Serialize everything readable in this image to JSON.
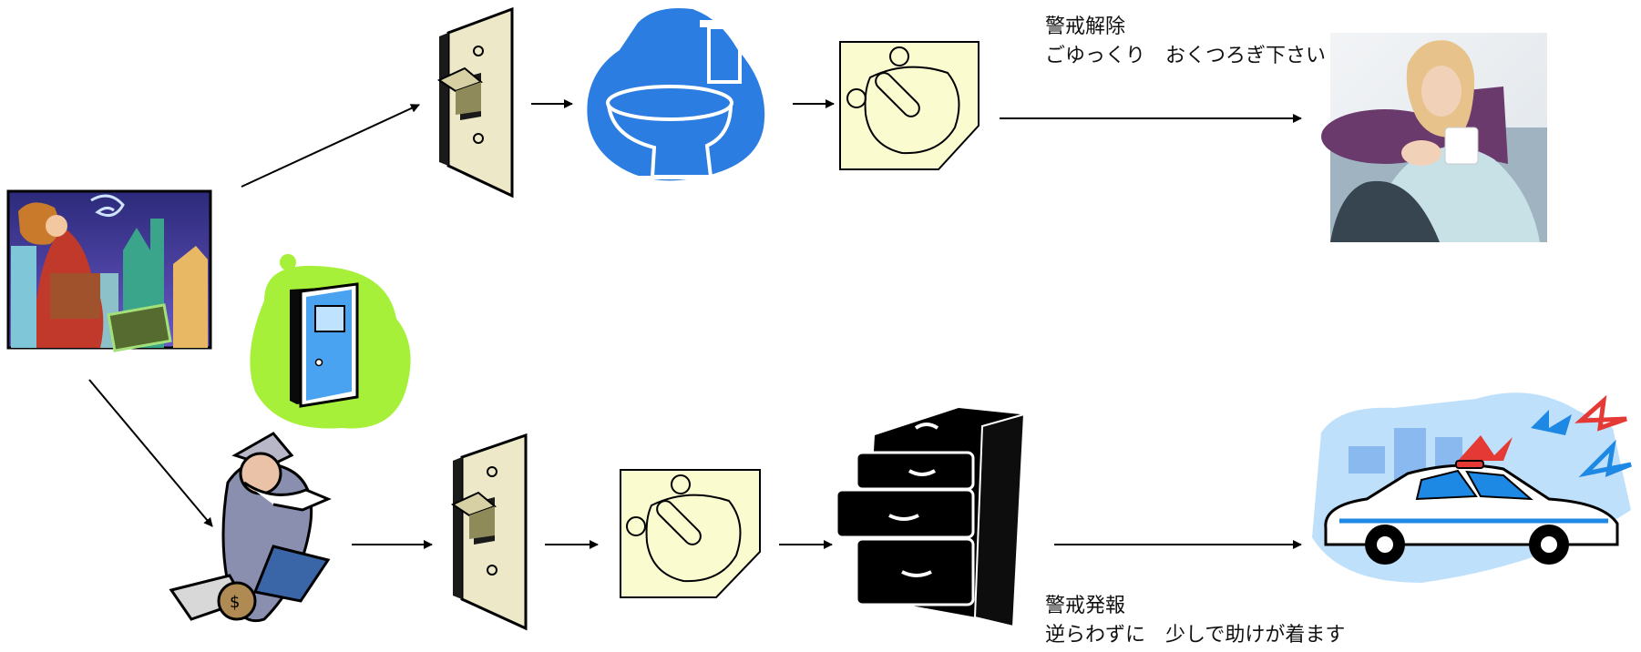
{
  "labels": {
    "release": {
      "title": "警戒解除",
      "message": "ごゆっくり　おくつろぎ下さい"
    },
    "alarm": {
      "title": "警戒発報",
      "message": "逆らわずに　少しで助けが着ます"
    }
  },
  "icons": {
    "start": "resident-with-groceries-icon",
    "door": "door-icon",
    "intruder": "masked-burglar-icon",
    "switch": "light-switch-icon",
    "toilet": "toilet-icon",
    "sensor": "sensor-tile-icon",
    "cabinet": "file-cabinet-icon",
    "relax": "woman-relaxing-photo",
    "police": "police-car-icon"
  },
  "colors": {
    "toilet_blob": "#2b7de1",
    "door_blob": "#a7f03a",
    "door_blue": "#4aa3f0",
    "sensor_tile": "#fbfbd0",
    "police_blue": "#1e88e5",
    "siren_red": "#e53935",
    "arrow": "#000000"
  }
}
